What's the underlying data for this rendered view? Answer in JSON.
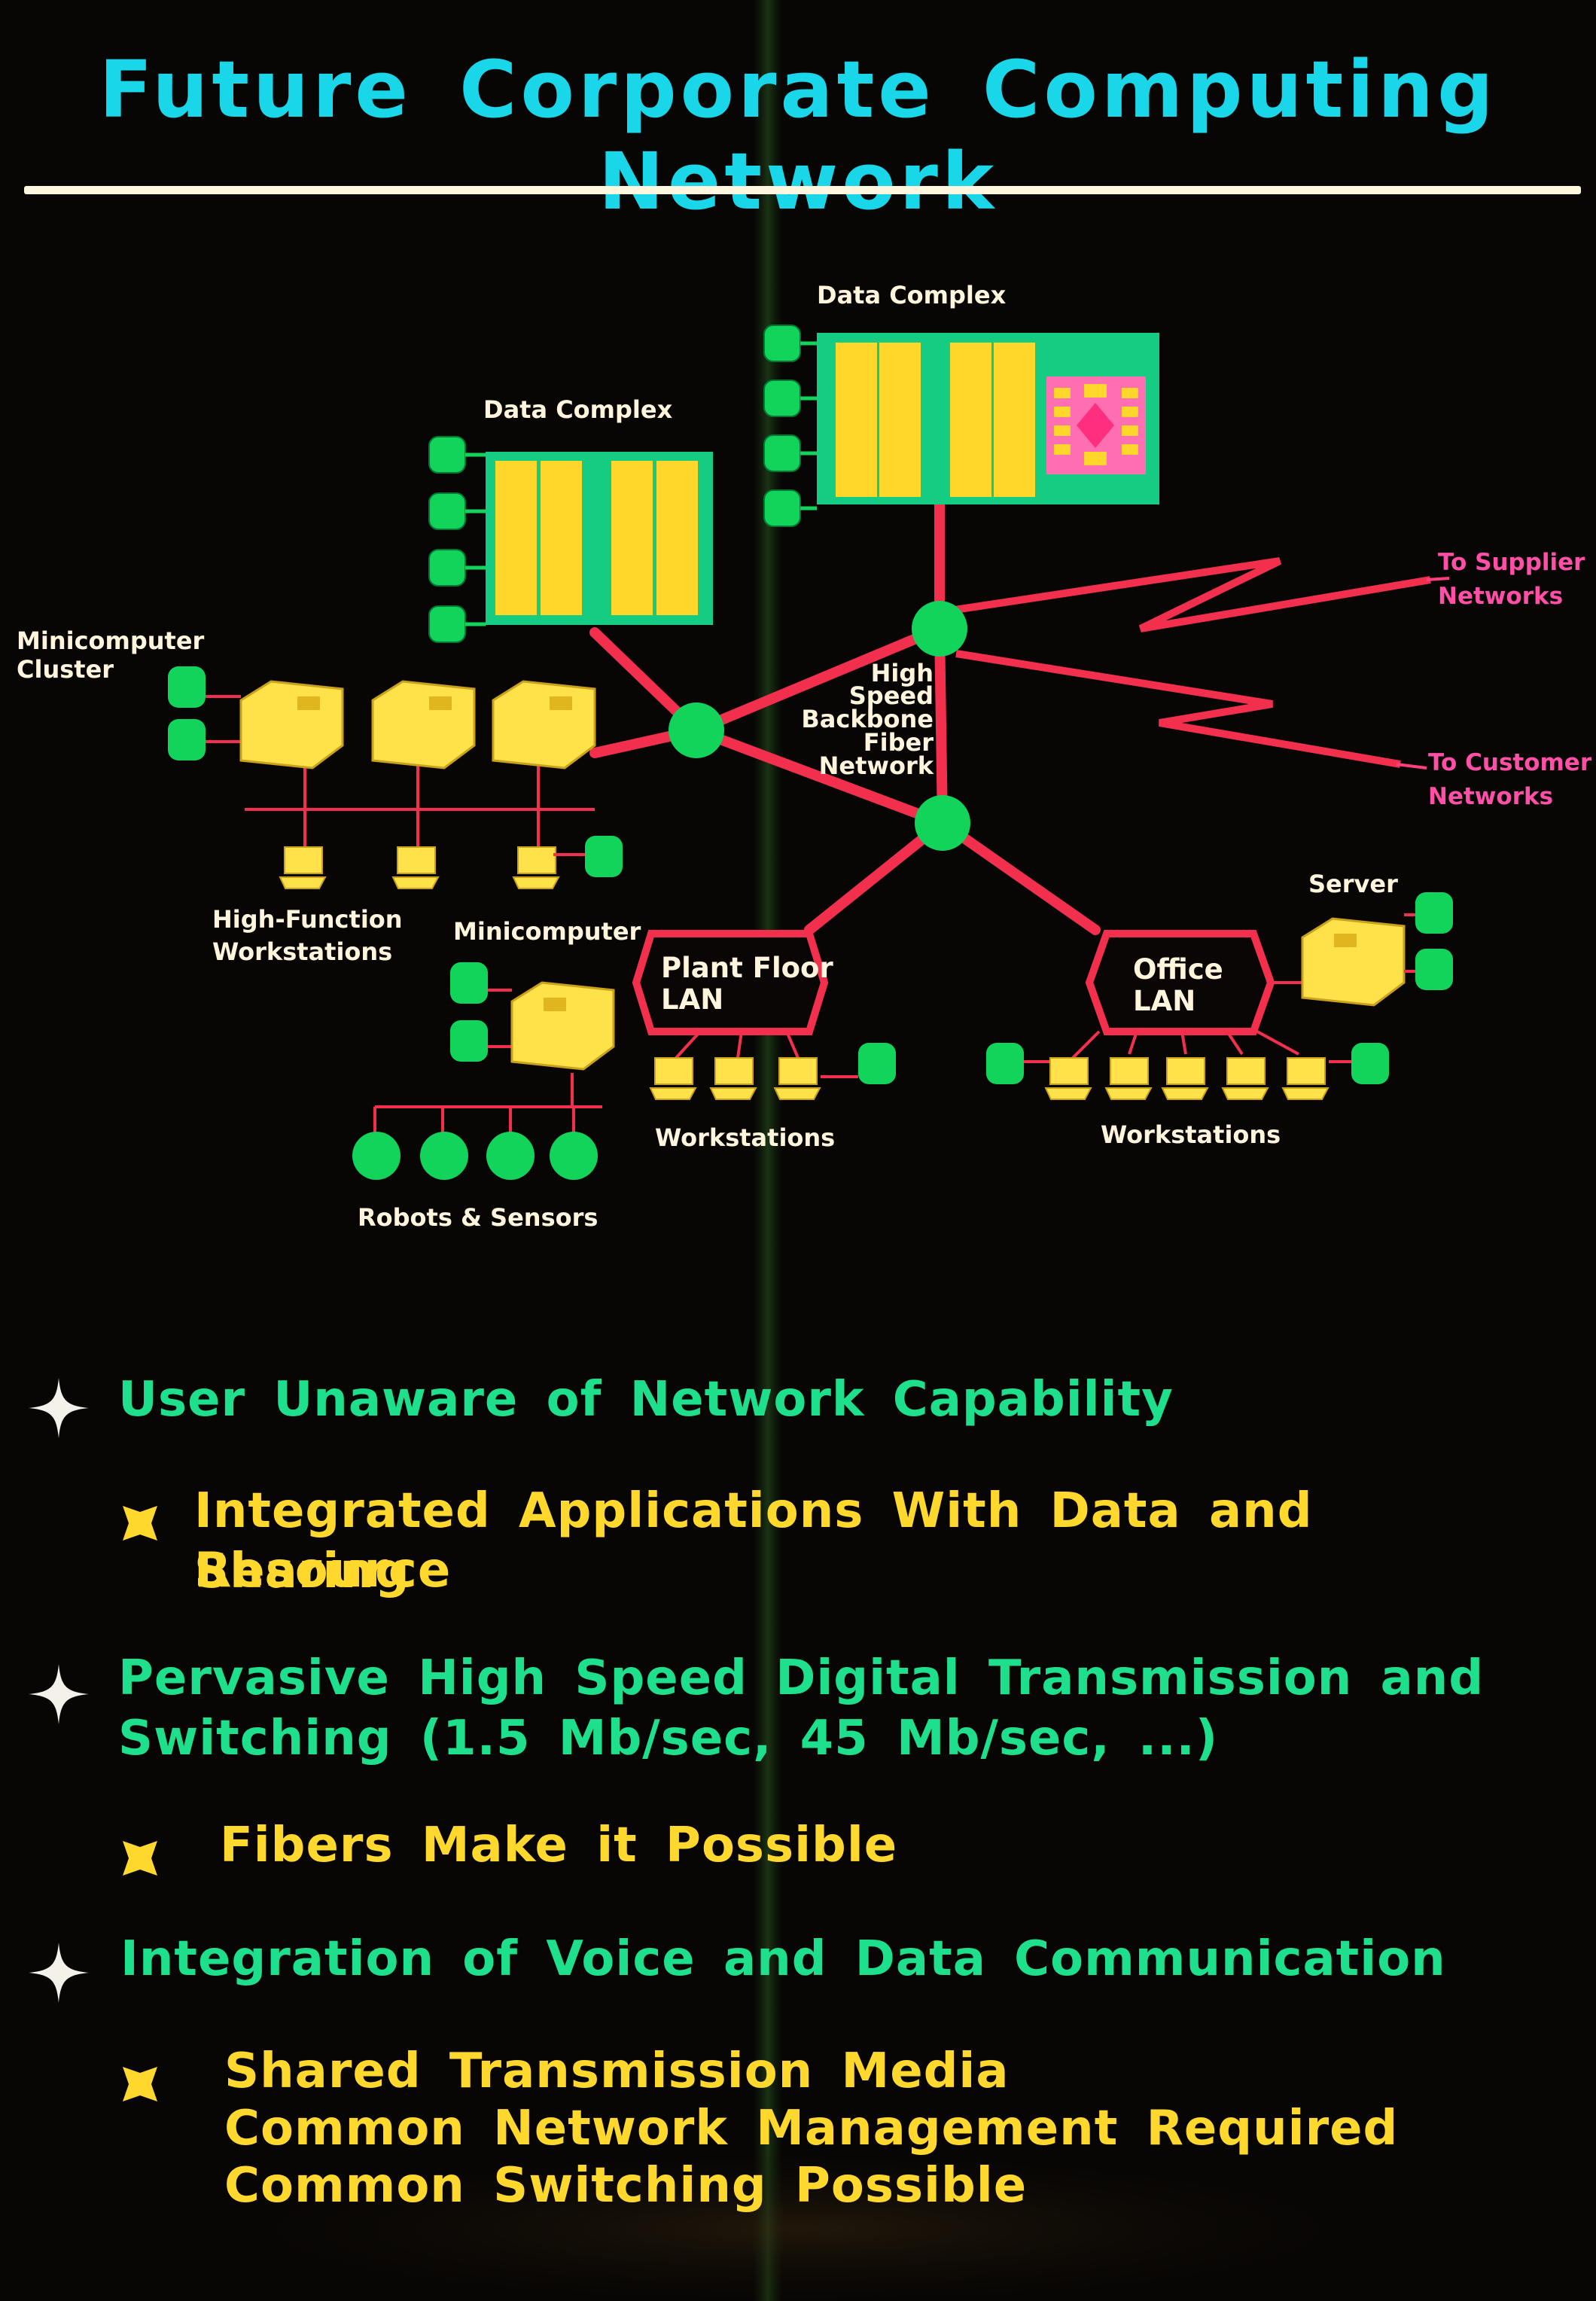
{
  "title": "Future Corporate Computing Network",
  "diagram": {
    "data_complex_left": "Data Complex",
    "data_complex_right": "Data Complex",
    "minicomputer_cluster": [
      "Minicomputer",
      "Cluster"
    ],
    "high_function_workstations": [
      "High-Function",
      "Workstations"
    ],
    "backbone": [
      "High",
      "Speed",
      "Backbone",
      "Fiber",
      "Network"
    ],
    "to_supplier": [
      "To Supplier",
      "Networks"
    ],
    "to_customer": [
      "To Customer",
      "Networks"
    ],
    "minicomputer": "Minicomputer",
    "plant_floor_lan": [
      "Plant Floor",
      "LAN"
    ],
    "office_lan": [
      "Office",
      "LAN"
    ],
    "server": "Server",
    "workstations_plant": "Workstations",
    "workstations_office": "Workstations",
    "robots_sensors": "Robots & Sensors"
  },
  "bullets": [
    {
      "level": 1,
      "lines": [
        "User Unaware of Network Capability"
      ]
    },
    {
      "level": 2,
      "lines": [
        "Integrated Applications With Data and Resource",
        "Sharing"
      ]
    },
    {
      "level": 1,
      "lines": [
        "Pervasive High Speed Digital Transmission and",
        "Switching (1.5 Mb/sec, 45 Mb/sec, ...)"
      ]
    },
    {
      "level": 2,
      "lines": [
        "Fibers Make it Possible"
      ]
    },
    {
      "level": 1,
      "lines": [
        "Integration of Voice and Data Communication"
      ]
    },
    {
      "level": 2,
      "lines": [
        "Shared Transmission Media",
        "Common Network Management Required",
        "Common Switching Possible"
      ]
    }
  ],
  "colors": {
    "title": "#19d6e8",
    "bullet_main": "#1ee08c",
    "bullet_sub": "#ffd82e",
    "network_line": "#f2304e",
    "node": "#12d45a",
    "external_link_label": "#ff4fa6",
    "background": "#080605"
  }
}
